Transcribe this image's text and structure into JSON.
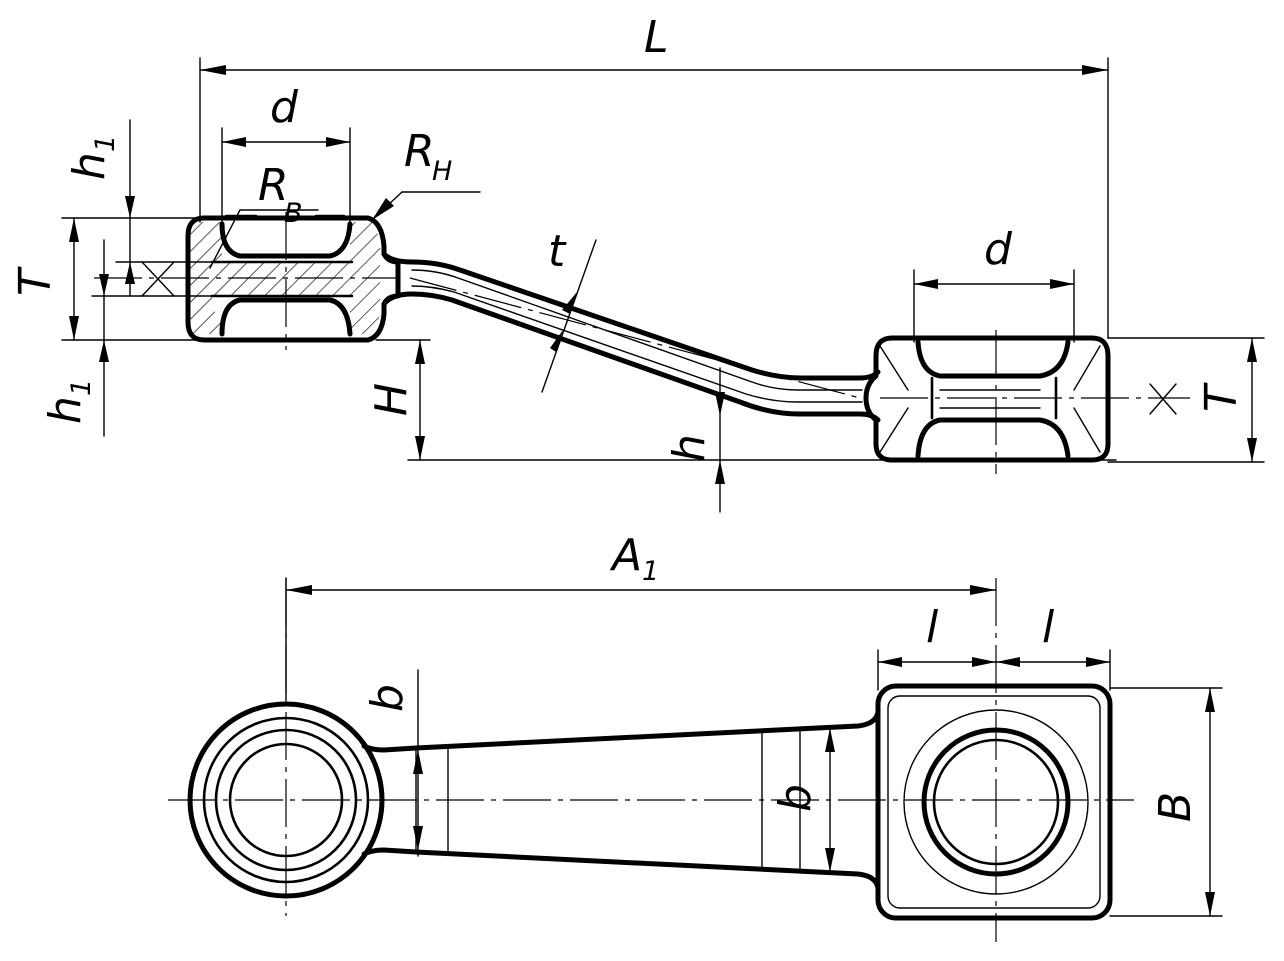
{
  "labels": {
    "L": "L",
    "d_left": "d",
    "d_right": "d",
    "R_H_main": "R",
    "R_H_sub": "H",
    "R_B_main": "R",
    "R_B_sub": "B",
    "h1_top_main": "h",
    "h1_top_sub": "1",
    "h1_bottom_main": "h",
    "h1_bottom_sub": "1",
    "T_left": "T",
    "T_right": "T",
    "H": "H",
    "t": "t",
    "h": "h",
    "A1_main": "A",
    "A1_sub": "1",
    "l_left": "l",
    "l_right": "l",
    "b_top": "b",
    "b_mid": "b",
    "B": "B"
  }
}
